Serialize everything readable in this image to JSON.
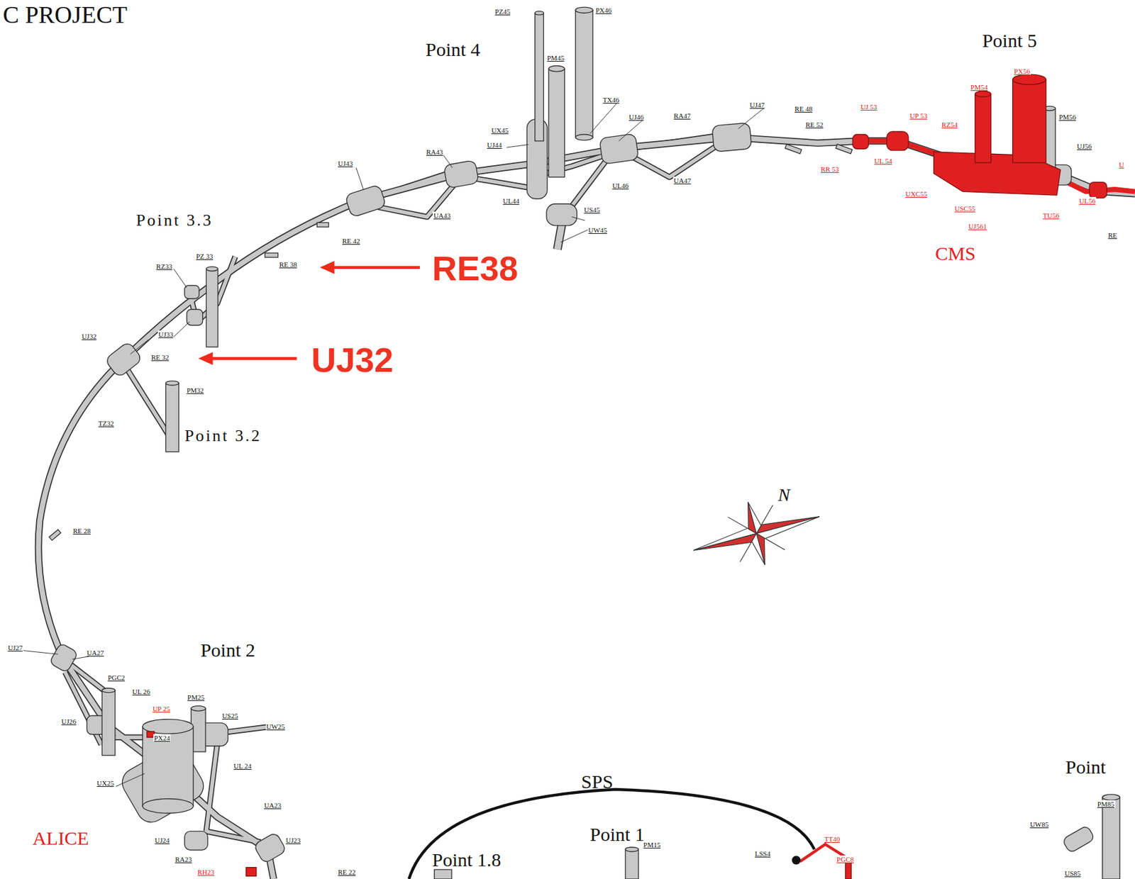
{
  "diagram": {
    "title": "C PROJECT",
    "labels": [
      "PZ45",
      "PX46",
      "Point 4",
      "PM45",
      "Point 5",
      "PX56",
      "PM54",
      "UJ 53",
      "UP 53",
      "RZ54",
      "PM56",
      "TX46",
      "UJ46",
      "RA47",
      "UJ47",
      "RE 48",
      "RE 52",
      "UX45",
      "UJ44",
      "RA43",
      "UJ43",
      "UJ56",
      "UA47",
      "UL46",
      "UL44",
      "US45",
      "UA43",
      "UW45",
      "RR 53",
      "UL 54",
      "UXC55",
      "USC55",
      "TU56",
      "UL56",
      "UJ561",
      "CMS",
      "RE",
      "U",
      "Point 3.3",
      "RE 42",
      "PZ 33",
      "RZ33",
      "RE 38",
      "RE38",
      "UJ33",
      "UJ32",
      "RE 32",
      "UJ32",
      "PM32",
      "Point 3.2",
      "TZ32",
      "RE 28",
      "N",
      "UJ27",
      "UA27",
      "Point 2",
      "PGC2",
      "UL 26",
      "PM25",
      "UP 25",
      "US25",
      "UW25",
      "UJ26",
      "PX24",
      "UL 24",
      "UX25",
      "SPS",
      "Point",
      "UA23",
      "PM85",
      "UW85",
      "ALICE",
      "Point 1",
      "UJ24",
      "UJ23",
      "TT40",
      "PM15",
      "LSS4",
      "Point 1.8",
      "RA23",
      "PGC8",
      "RH23",
      "RE 22",
      "US85"
    ]
  }
}
